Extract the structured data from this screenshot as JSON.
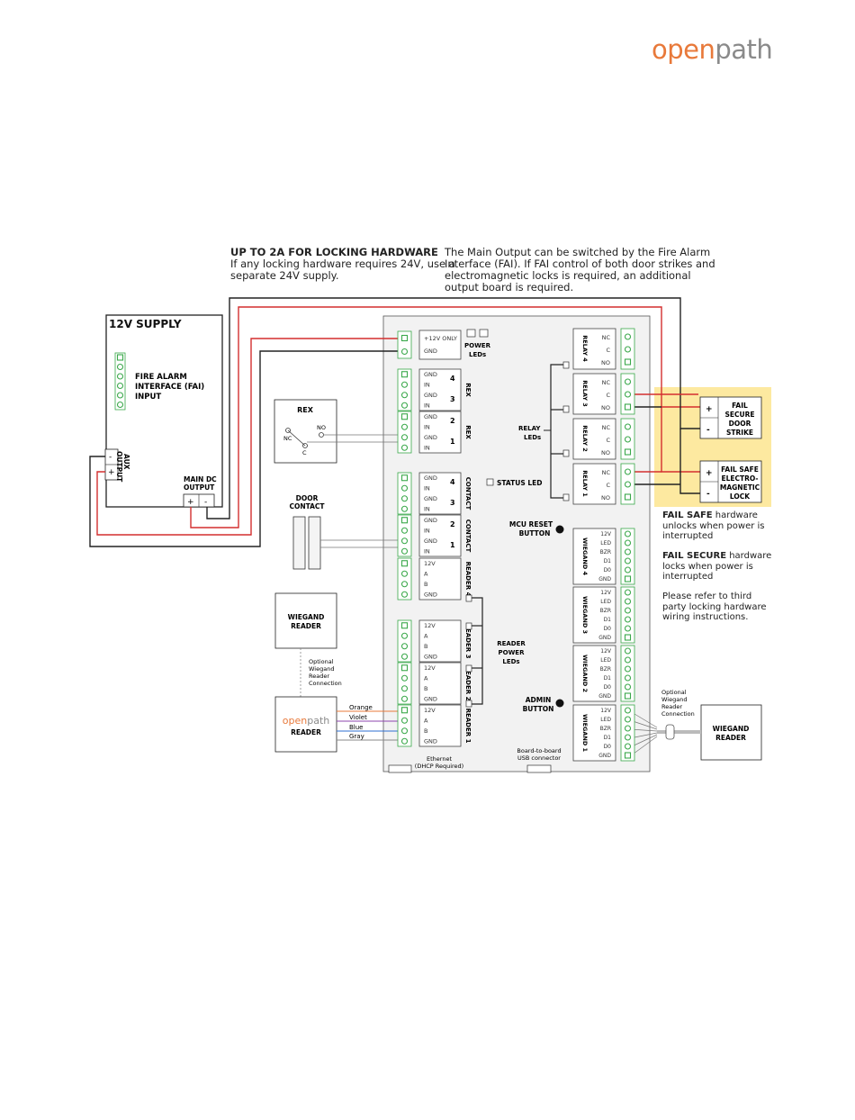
{
  "logo": {
    "open": "open",
    "path": "path"
  },
  "notes": {
    "locking_title": "UP TO 2A FOR LOCKING HARDWARE",
    "locking_line1": "If any locking hardware requires 24V, use a",
    "locking_line2": "separate 24V supply.",
    "main_line1": "The Main Output can be switched by the Fire Alarm",
    "main_line2": "Interface (FAI). If FAI control of both door strikes and",
    "main_line3": "electromagnetic locks is required, an additional",
    "main_line4": "output board is required.",
    "failsafe_bold": "FAIL SAFE",
    "failsafe_rest": " hardware",
    "failsafe_line2": "unlocks when power is",
    "failsafe_line3": "interrupted",
    "failsecure_bold": "FAIL SECURE",
    "failsecure_rest": " hardware",
    "failsecure_line2": "locks when power is",
    "failsecure_line3": "interrupted",
    "refer_line1": "Please refer to third",
    "refer_line2": "party locking hardware",
    "refer_line3": "wiring instructions."
  },
  "supply": {
    "title": "12V SUPPLY",
    "fai": [
      "FIRE ALARM",
      "INTERFACE (FAI)",
      "INPUT"
    ],
    "aux": [
      "AUX",
      "OUTPUT"
    ],
    "main_dc": [
      "MAIN DC",
      "OUTPUT"
    ],
    "plus": "+",
    "minus": "-"
  },
  "devices": {
    "rex": "REX",
    "nc": "NC",
    "no": "NO",
    "c": "C",
    "door_contact": [
      "DOOR",
      "CONTACT"
    ],
    "wiegand_reader_left": [
      "WIEGAND",
      "READER"
    ],
    "optional_left": [
      "Optional",
      "Wiegand",
      "Reader",
      "Connection"
    ],
    "reader_logo_open": "open",
    "reader_logo_path": "path",
    "reader_label": "READER",
    "wire_colors": [
      "Orange",
      "Violet",
      "Blue",
      "Gray"
    ],
    "optional_right": [
      "Optional",
      "Wiegand",
      "Reader",
      "Connection"
    ],
    "wiegand_reader_right": [
      "WIEGAND",
      "READER"
    ],
    "fail_secure_strike": [
      "FAIL",
      "SECURE",
      "DOOR",
      "STRIKE"
    ],
    "fail_safe_lock": [
      "FAIL SAFE",
      "ELECTRO-",
      "MAGNETIC",
      "LOCK"
    ]
  },
  "board": {
    "power_block": [
      "+12V ONLY",
      "GND"
    ],
    "power_leds": [
      "POWER",
      "LEDs"
    ],
    "rex_blocks": [
      {
        "title": "REX",
        "n1": "4",
        "n2": "3",
        "pins": [
          "GND",
          "IN",
          "GND",
          "IN"
        ]
      },
      {
        "title": "REX",
        "n1": "2",
        "n2": "1",
        "pins": [
          "GND",
          "IN",
          "GND",
          "IN"
        ]
      }
    ],
    "contact_blocks": [
      {
        "title": "CONTACT",
        "n1": "4",
        "n2": "3",
        "pins": [
          "GND",
          "IN",
          "GND",
          "IN"
        ]
      },
      {
        "title": "CONTACT",
        "n1": "2",
        "n2": "1",
        "pins": [
          "GND",
          "IN",
          "GND",
          "IN"
        ]
      }
    ],
    "reader_blocks": [
      {
        "title": "READER 4",
        "pins": [
          "12V",
          "A",
          "B",
          "GND"
        ]
      },
      {
        "title": "READER 3",
        "pins": [
          "12V",
          "A",
          "B",
          "GND"
        ]
      },
      {
        "title": "READER 2",
        "pins": [
          "12V",
          "A",
          "B",
          "GND"
        ]
      },
      {
        "title": "READER 1",
        "pins": [
          "12V",
          "A",
          "B",
          "GND"
        ]
      }
    ],
    "relay_blocks": [
      {
        "title": "RELAY 4",
        "pins": [
          "NC",
          "C",
          "NO"
        ]
      },
      {
        "title": "RELAY 3",
        "pins": [
          "NC",
          "C",
          "NO"
        ]
      },
      {
        "title": "RELAY 2",
        "pins": [
          "NC",
          "C",
          "NO"
        ]
      },
      {
        "title": "RELAY 1",
        "pins": [
          "NC",
          "C",
          "NO"
        ]
      }
    ],
    "wiegand_blocks": [
      {
        "title": "WIEGAND 4",
        "pins": [
          "12V",
          "LED",
          "BZR",
          "D1",
          "D0",
          "GND"
        ]
      },
      {
        "title": "WIEGAND 3",
        "pins": [
          "12V",
          "LED",
          "BZR",
          "D1",
          "D0",
          "GND"
        ]
      },
      {
        "title": "WIEGAND 2",
        "pins": [
          "12V",
          "LED",
          "BZR",
          "D1",
          "D0",
          "GND"
        ]
      },
      {
        "title": "WIEGAND 1",
        "pins": [
          "12V",
          "LED",
          "BZR",
          "D1",
          "D0",
          "GND"
        ]
      }
    ],
    "relay_leds": [
      "RELAY",
      "LEDs"
    ],
    "status_led": "STATUS LED",
    "mcu_reset": [
      "MCU RESET",
      "BUTTON"
    ],
    "reader_power": [
      "READER",
      "POWER",
      "LEDs"
    ],
    "admin": [
      "ADMIN",
      "BUTTON"
    ],
    "ethernet": [
      "Ethernet",
      "(DHCP Required)"
    ],
    "usb": [
      "Board-to-board",
      "USB connector"
    ]
  },
  "colors": {
    "brand_orange": "#e8793a",
    "wire_red": "#d32f2f",
    "highlight_yellow": "#fde9a0",
    "terminal_green": "#3aa84a"
  }
}
